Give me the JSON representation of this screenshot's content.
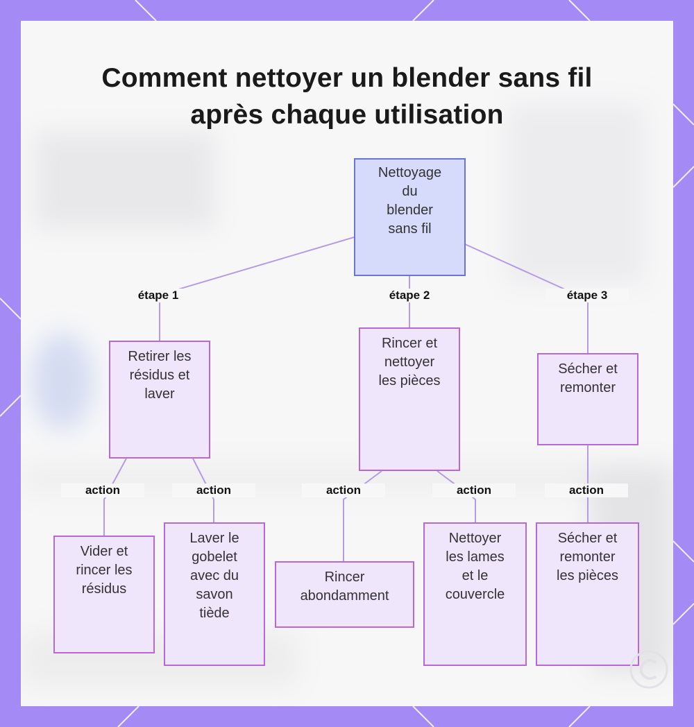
{
  "title_lines": [
    "Comment nettoyer un blender sans fil",
    "après chaque utilisation"
  ],
  "nodes": {
    "root": [
      "Nettoyage",
      "du",
      "blender",
      "sans fil"
    ],
    "step1": [
      "Retirer les",
      "résidus et",
      "laver"
    ],
    "step2": [
      "Rincer et",
      "nettoyer",
      "les pièces"
    ],
    "step3": [
      "Sécher et",
      "remonter"
    ],
    "a1": [
      "Vider et",
      "rincer les",
      "résidus"
    ],
    "a2": [
      "Laver le",
      "gobelet",
      "avec du",
      "savon",
      "tiède"
    ],
    "a3": [
      "Rincer",
      "abondamment"
    ],
    "a4": [
      "Nettoyer",
      "les lames",
      "et le",
      "couvercle"
    ],
    "a5": [
      "Sécher et",
      "remonter",
      "les pièces"
    ]
  },
  "edge_labels": {
    "step1": "étape 1",
    "step2": "étape 2",
    "step3": "étape 3",
    "a1": "action",
    "a2": "action",
    "a3": "action",
    "a4": "action",
    "a5": "action"
  },
  "colors": {
    "frame": "#a48af5",
    "root_fill": "#d6dafb",
    "root_border": "#6a73d6",
    "node_fill": "#efe6fb",
    "node_border": "#b867d6",
    "edge": "#b69ae6"
  }
}
